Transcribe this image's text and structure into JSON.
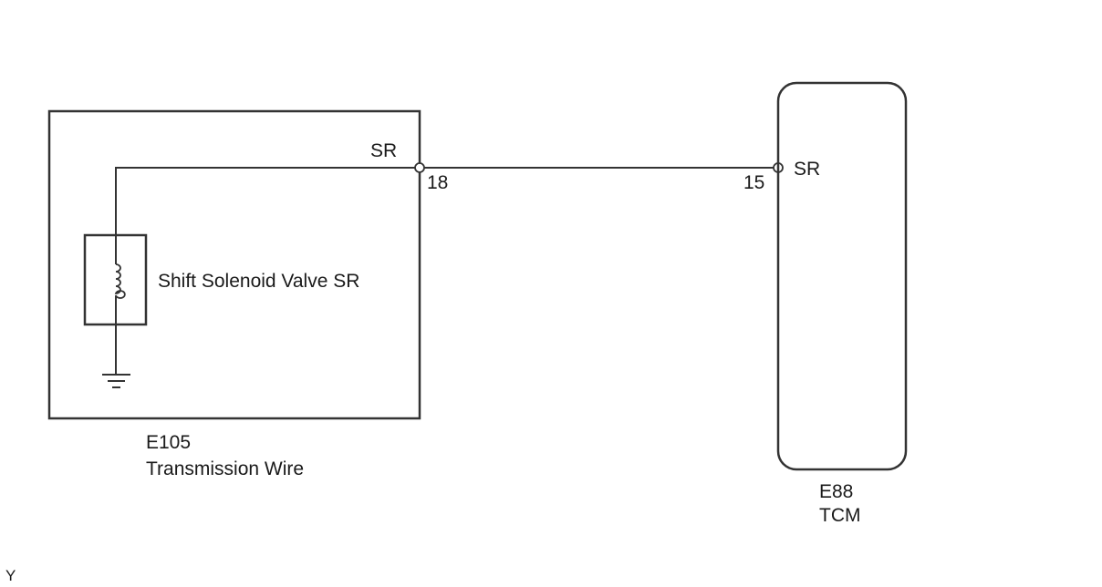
{
  "transmission_wire": {
    "connector_code": "E105",
    "name": "Transmission Wire",
    "terminal_label": "SR",
    "terminal_number": "18"
  },
  "solenoid": {
    "label": "Shift Solenoid Valve SR"
  },
  "tcm": {
    "connector_code": "E88",
    "name": "TCM",
    "terminal_label": "SR",
    "terminal_number": "15"
  },
  "footer": {
    "mark": "Y"
  }
}
